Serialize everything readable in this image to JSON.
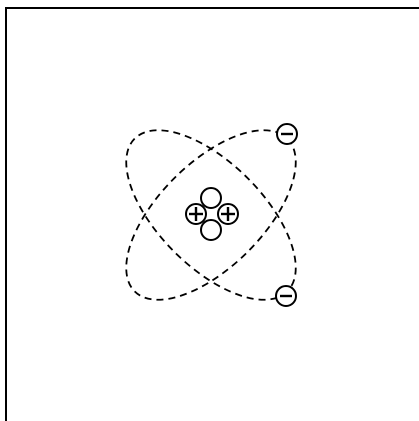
{
  "diagram": {
    "type": "atom-model",
    "colors": {
      "line": "#000000",
      "background": "#ffffff"
    },
    "nucleus": {
      "protons": [
        {
          "charge": "positive",
          "icon": "plus-sign"
        },
        {
          "charge": "positive",
          "icon": "plus-sign"
        }
      ],
      "neutrons": [
        {
          "charge": "neutral"
        },
        {
          "charge": "neutral"
        }
      ]
    },
    "orbits": [
      {
        "style": "dashed"
      },
      {
        "style": "dashed"
      }
    ],
    "electrons": [
      {
        "charge": "negative",
        "icon": "minus-sign"
      },
      {
        "charge": "negative",
        "icon": "minus-sign"
      }
    ]
  }
}
